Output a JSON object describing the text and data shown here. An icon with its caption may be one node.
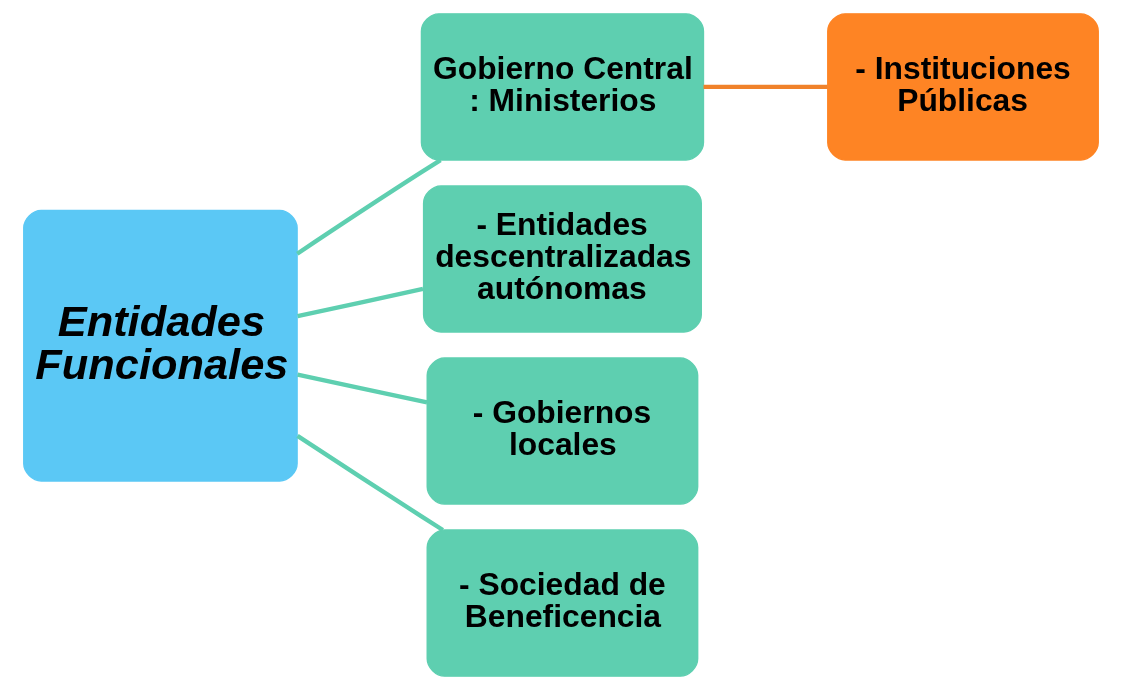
{
  "diagram": {
    "nodes": [
      {
        "text": [
          "Entidades Funcionales"
        ]
      },
      {
        "text": [
          "Gobierno Central : Ministerios"
        ]
      },
      {
        "text": [
          "- Entidades descentralizadas autónomas"
        ]
      },
      {
        "text": [
          "- Gobiernos locales"
        ]
      },
      {
        "text": [
          "- Sociedad de Beneficencia"
        ]
      },
      {
        "text": [
          "- Instituciones Públicas"
        ]
      }
    ],
    "edges": [
      {
        "from": 0,
        "to": 1,
        "arrow": "none"
      },
      {
        "from": 0,
        "to": 2,
        "arrow": "none"
      },
      {
        "from": 0,
        "to": 3,
        "arrow": "none"
      },
      {
        "from": 0,
        "to": 4,
        "arrow": "none"
      },
      {
        "from": 1,
        "to": 5,
        "arrow": "none",
        "color": "#f0822a"
      }
    ]
  }
}
